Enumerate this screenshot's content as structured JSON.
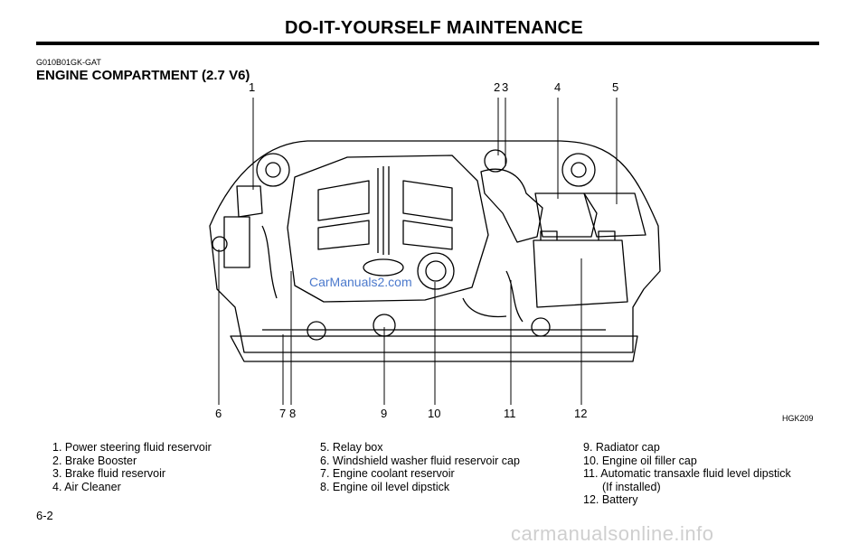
{
  "header": {
    "title": "DO-IT-YOURSELF MAINTENANCE"
  },
  "section": {
    "code": "G010B01GK-GAT",
    "title": "ENGINE COMPARTMENT (2.7 V6)"
  },
  "diagram": {
    "image_code": "HGK209",
    "watermark": "CarManuals2.com",
    "callouts_top": [
      "1",
      "2",
      "3",
      "4",
      "5"
    ],
    "callouts_bottom": [
      "6",
      "7",
      "8",
      "9",
      "10",
      "11",
      "12"
    ]
  },
  "legend": {
    "column1": [
      "1. Power steering fluid reservoir",
      "2. Brake Booster",
      "3. Brake fluid reservoir",
      "4. Air Cleaner"
    ],
    "column2": [
      "5. Relay box",
      "6. Windshield washer fluid reservoir cap",
      "7. Engine coolant reservoir",
      "8. Engine oil level dipstick"
    ],
    "column3": [
      " 9. Radiator cap",
      "10. Engine oil filler cap",
      "11. Automatic transaxle fluid level dipstick",
      "(If installed)",
      "12. Battery"
    ]
  },
  "footer": {
    "page_number": "6-2",
    "watermark": "carmanualsonline.info"
  }
}
